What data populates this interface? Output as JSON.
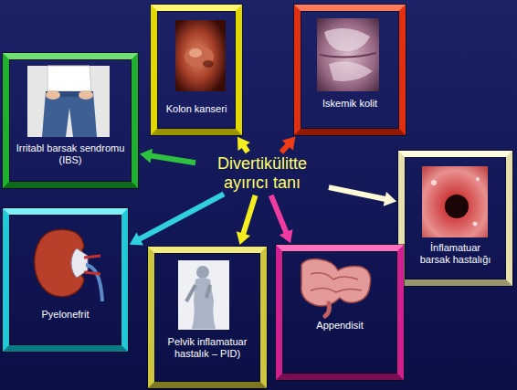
{
  "diagram": {
    "nodes": [
      {
        "text": [
          "Kolon kanseri"
        ]
      },
      {
        "text": [
          "Iskemik kolit"
        ]
      },
      {
        "text": [
          "Irritabl barsak sendromu (IBS)"
        ]
      },
      {
        "text": [
          "Divertikülitte ayırıcı tanı"
        ]
      },
      {
        "text": [
          "İnflamatuar barsak hastalığı"
        ]
      },
      {
        "text": [
          "Pyelonefrit"
        ]
      },
      {
        "text": [
          "Pelvik inflamatuar hastalık – PID)"
        ]
      },
      {
        "text": [
          "Appendisit"
        ]
      }
    ],
    "edges": [
      {
        "from": 3,
        "to": 0,
        "arrow": "to"
      },
      {
        "from": 3,
        "to": 1,
        "arrow": "to"
      },
      {
        "from": 3,
        "to": 2,
        "arrow": "to"
      },
      {
        "from": 3,
        "to": 4,
        "arrow": "to"
      },
      {
        "from": 3,
        "to": 5,
        "arrow": "to"
      },
      {
        "from": 3,
        "to": 6,
        "arrow": "to"
      },
      {
        "from": 3,
        "to": 7,
        "arrow": "to"
      }
    ]
  }
}
